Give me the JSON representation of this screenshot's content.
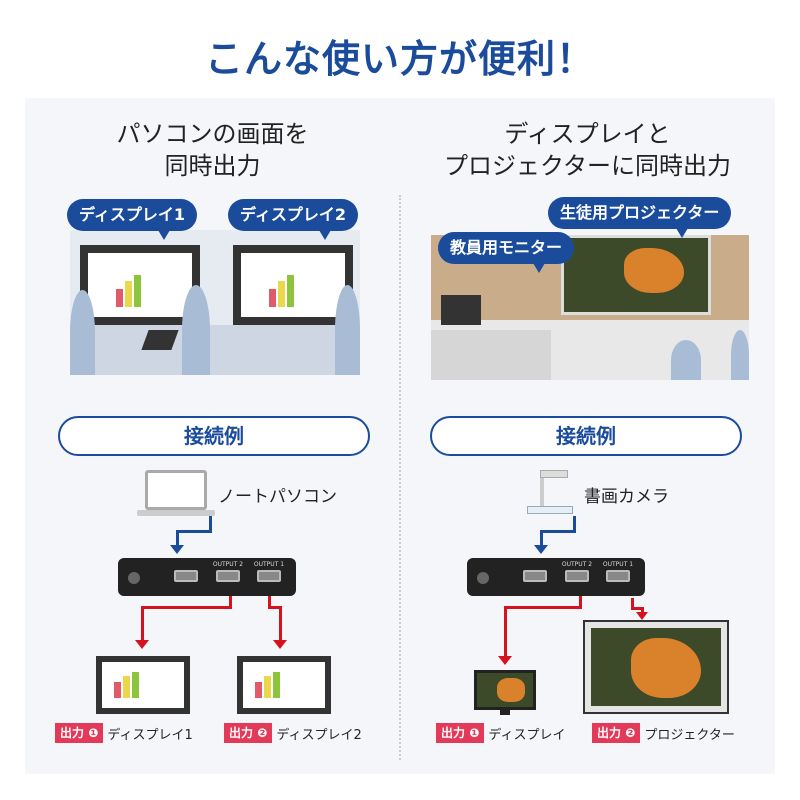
{
  "title": "こんな使い方が便利！",
  "left": {
    "heading_line1": "パソコンの画面を",
    "heading_line2": "同時出力",
    "bubble1": "ディスプレイ1",
    "bubble2": "ディスプレイ2",
    "connection_label": "接続例",
    "source_label": "ノートパソコン",
    "outputs": [
      {
        "tag": "出力",
        "num": "❶",
        "label": "ディスプレイ1"
      },
      {
        "tag": "出力",
        "num": "❷",
        "label": "ディスプレイ2"
      }
    ]
  },
  "right": {
    "heading_line1": "ディスプレイと",
    "heading_line2": "プロジェクターに同時出力",
    "bubble_projector": "生徒用プロジェクター",
    "bubble_monitor": "教員用モニター",
    "connection_label": "接続例",
    "source_label": "書画カメラ",
    "outputs": [
      {
        "tag": "出力",
        "num": "❶",
        "label": "ディスプレイ"
      },
      {
        "tag": "出力",
        "num": "❷",
        "label": "プロジェクター"
      }
    ]
  },
  "device": {
    "port_labels": [
      "OUTPUT 2",
      "OUTPUT 1"
    ]
  },
  "colors": {
    "accent": "#1b4c9c",
    "arrow_red": "#d6121e",
    "tag": "#e43a5a"
  }
}
